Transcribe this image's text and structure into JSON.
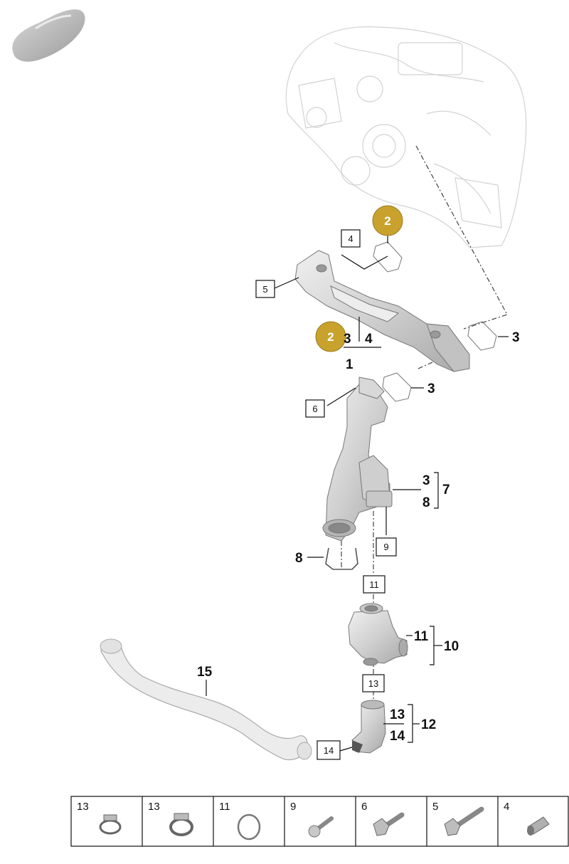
{
  "callouts": {
    "p1": "1",
    "p2_top": "2",
    "p2_mid": "2",
    "p3_a": "3",
    "p3_b": "3",
    "p3_c": "3",
    "p3_trunc": "3",
    "p4_mid": "4",
    "p7": "7",
    "p8_a": "8",
    "p8_b": "8",
    "p10": "10",
    "p11_group": "11",
    "p12": "12",
    "p13_group": "13",
    "p14_group": "14",
    "p15": "15"
  },
  "boxed": {
    "b4": "4",
    "b5": "5",
    "b6": "6",
    "b9": "9",
    "b11": "11",
    "b13": "13",
    "b14": "14"
  },
  "strip": [
    {
      "label": "13"
    },
    {
      "label": "13"
    },
    {
      "label": "11"
    },
    {
      "label": "9"
    },
    {
      "label": "6"
    },
    {
      "label": "5"
    },
    {
      "label": "4"
    }
  ],
  "colors": {
    "badge": "#c9a22e",
    "part_fill": "#dcdcdc",
    "part_shade": "#b9b9b9",
    "ghost_engine": "#d2d2d2"
  }
}
